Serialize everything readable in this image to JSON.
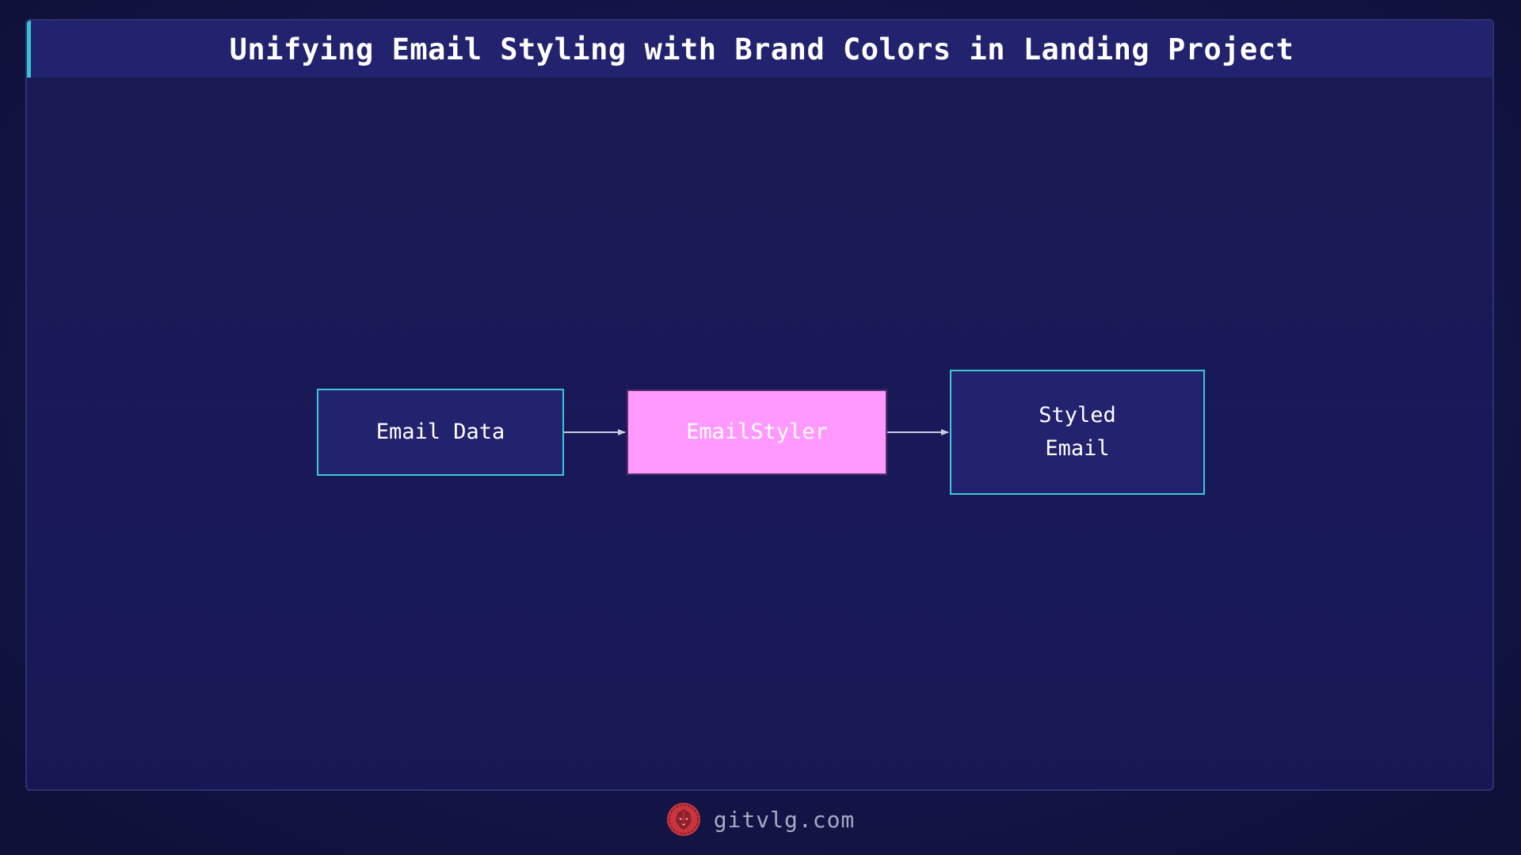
{
  "header": {
    "title": "Unifying Email Styling with Brand Colors in Landing Project"
  },
  "diagram": {
    "nodes": [
      {
        "id": "email-data",
        "label": "Email Data"
      },
      {
        "id": "email-styler",
        "label": "EmailStyler"
      },
      {
        "id": "styled-email",
        "label": "Styled\n Email"
      }
    ],
    "edges": [
      {
        "from": "email-data",
        "to": "email-styler"
      },
      {
        "from": "email-styler",
        "to": "styled-email"
      }
    ]
  },
  "footer": {
    "site": "gitvlg.com",
    "logo_icon": "lion-head-icon"
  },
  "colors": {
    "background": "#14164a",
    "title_bar": "#22226e",
    "accent_cyan": "#3ec7d6",
    "node_fill": "#22226e",
    "styler_fill": "#ff99ff",
    "logo_red": "#c8343f"
  }
}
